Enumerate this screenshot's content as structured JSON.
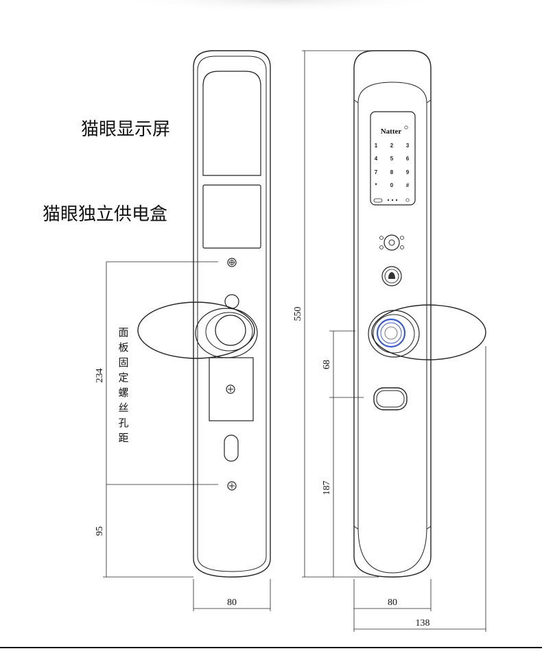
{
  "labels": {
    "peephole_screen": "猫眼显示屏",
    "peephole_power_box": "猫眼独立供电盒",
    "panel_screw_hole_distance": "面板固定螺丝孔距"
  },
  "dimensions": {
    "screw_spacing": "234",
    "bottom_offset": "95",
    "front_width": "80",
    "total_height": "550",
    "handle_to_cylinder": "68",
    "cylinder_to_bottom": "187",
    "back_width": "80",
    "handle_span": "138"
  },
  "brand": "Natter",
  "keypad": {
    "keys": [
      "1",
      "2",
      "3",
      "4",
      "5",
      "6",
      "7",
      "8",
      "9",
      "*",
      "0",
      "#"
    ]
  },
  "colors": {
    "line": "#222222",
    "fingerprint_ring": "#3a5ad0",
    "background": "#ffffff"
  }
}
